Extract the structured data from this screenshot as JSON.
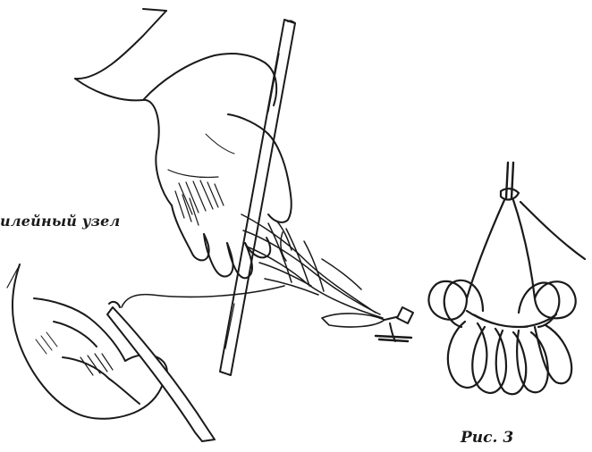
{
  "captions": {
    "knot_label": "илейный узел",
    "figure_label": "Рис. 3"
  },
  "illustration": {
    "style": "black ink line drawing",
    "ink_color": "#1a1a1a",
    "paper_color": "#ffffff"
  }
}
